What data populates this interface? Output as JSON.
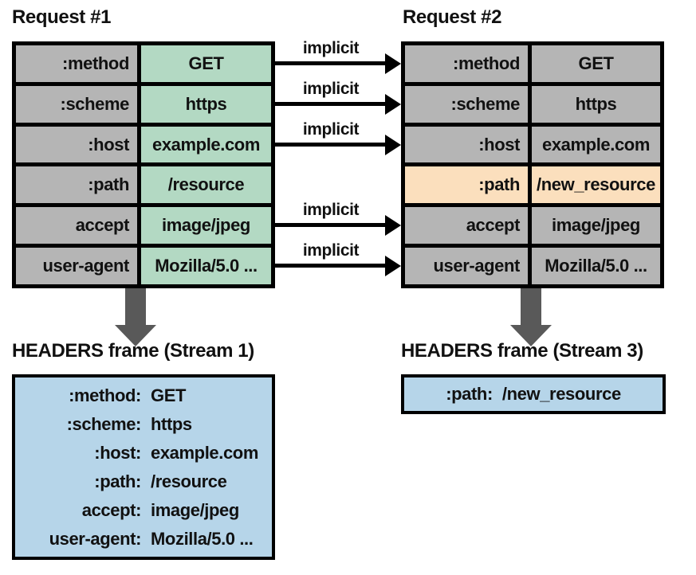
{
  "colors": {
    "header_gray": "#b5b5b5",
    "value_green": "#b3d9c3",
    "highlight_orange": "#fbdfbd",
    "frame_blue": "#b6d5e9",
    "flow_arrow_gray": "#595959",
    "border_black": "#000000"
  },
  "request1": {
    "title": "Request #1",
    "rows": [
      {
        "name": ":method",
        "value": "GET"
      },
      {
        "name": ":scheme",
        "value": "https"
      },
      {
        "name": ":host",
        "value": "example.com"
      },
      {
        "name": ":path",
        "value": "/resource"
      },
      {
        "name": "accept",
        "value": "image/jpeg"
      },
      {
        "name": "user-agent",
        "value": "Mozilla/5.0 ..."
      }
    ]
  },
  "request2": {
    "title": "Request #2",
    "rows": [
      {
        "name": ":method",
        "value": "GET",
        "highlight": false
      },
      {
        "name": ":scheme",
        "value": "https",
        "highlight": false
      },
      {
        "name": ":host",
        "value": "example.com",
        "highlight": false
      },
      {
        "name": ":path",
        "value": "/new_resource",
        "highlight": true
      },
      {
        "name": "accept",
        "value": "image/jpeg",
        "highlight": false
      },
      {
        "name": "user-agent",
        "value": "Mozilla/5.0 ...",
        "highlight": false
      }
    ]
  },
  "implicit_arrows": {
    "label": "implicit",
    "row_indices": [
      0,
      1,
      2,
      4,
      5
    ]
  },
  "frame1": {
    "title": "HEADERS frame (Stream 1)",
    "lines": [
      {
        "name": ":method:",
        "value": "GET"
      },
      {
        "name": ":scheme:",
        "value": "https"
      },
      {
        "name": ":host:",
        "value": "example.com"
      },
      {
        "name": ":path:",
        "value": "/resource"
      },
      {
        "name": "accept:",
        "value": "image/jpeg"
      },
      {
        "name": "user-agent:",
        "value": "Mozilla/5.0 ..."
      }
    ]
  },
  "frame2": {
    "title": "HEADERS frame (Stream 3)",
    "lines": [
      {
        "name": ":path:",
        "value": "/new_resource"
      }
    ]
  }
}
